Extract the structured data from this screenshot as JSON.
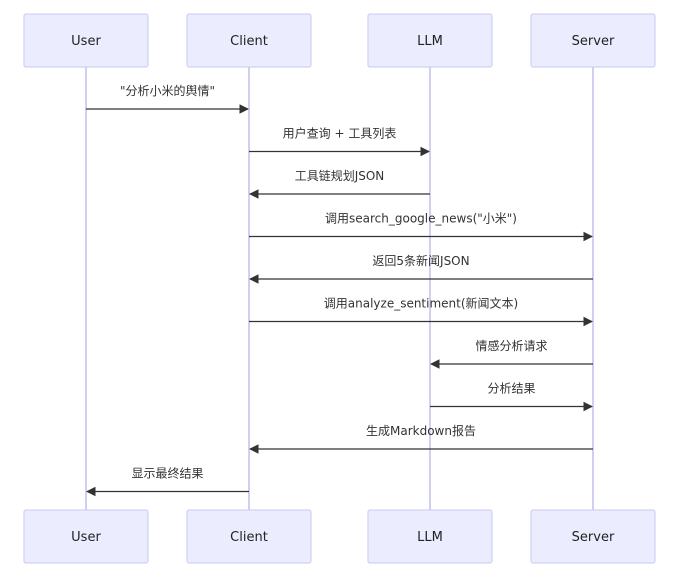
{
  "participants": [
    {
      "id": "user",
      "label": "User"
    },
    {
      "id": "client",
      "label": "Client"
    },
    {
      "id": "llm",
      "label": "LLM"
    },
    {
      "id": "server",
      "label": "Server"
    }
  ],
  "messages": [
    {
      "from": "user",
      "to": "client",
      "label": "\"分析小米的舆情\""
    },
    {
      "from": "client",
      "to": "llm",
      "label": "用户查询 + 工具列表"
    },
    {
      "from": "llm",
      "to": "client",
      "label": "工具链规划JSON"
    },
    {
      "from": "client",
      "to": "server",
      "label": "调用search_google_news(\"小米\")"
    },
    {
      "from": "server",
      "to": "client",
      "label": "返回5条新闻JSON"
    },
    {
      "from": "client",
      "to": "server",
      "label": "调用analyze_sentiment(新闻文本)"
    },
    {
      "from": "server",
      "to": "llm",
      "label": "情感分析请求"
    },
    {
      "from": "llm",
      "to": "server",
      "label": "分析结果"
    },
    {
      "from": "server",
      "to": "client",
      "label": "生成Markdown报告"
    },
    {
      "from": "client",
      "to": "user",
      "label": "显示最终结果"
    }
  ],
  "colors": {
    "actor_fill": "#ececff",
    "actor_stroke": "#c9c9f3",
    "lifeline": "#c5c5ef",
    "arrow": "#333333",
    "text": "#333333"
  }
}
